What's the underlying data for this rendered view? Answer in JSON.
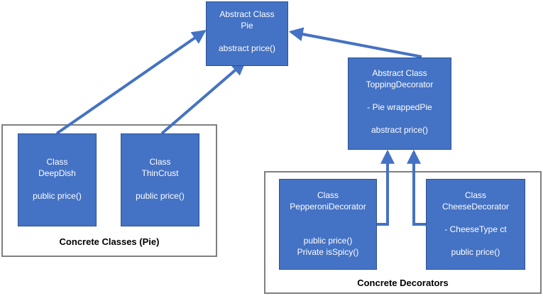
{
  "classes": {
    "pie": {
      "kind": "Abstract Class",
      "name": "Pie",
      "members": [
        "abstract price()"
      ]
    },
    "topping_decorator": {
      "kind": "Abstract Class",
      "name": "ToppingDecorator",
      "members": [
        "- Pie wrappedPie",
        "abstract price()"
      ]
    },
    "deep_dish": {
      "kind": "Class",
      "name": "DeepDish",
      "members": [
        "public price()"
      ]
    },
    "thin_crust": {
      "kind": "Class",
      "name": "ThinCrust",
      "members": [
        "public price()"
      ]
    },
    "pepperoni_decorator": {
      "kind": "Class",
      "name": "PepperoniDecorator",
      "members": [
        "public price()",
        "Private isSpicy()"
      ]
    },
    "cheese_decorator": {
      "kind": "Class",
      "name": "CheeseDecorator",
      "members": [
        "- CheeseType ct",
        "public price()"
      ]
    }
  },
  "groups": {
    "concrete_classes": {
      "label": "Concrete Classes (Pie)"
    },
    "concrete_decorators": {
      "label": "Concrete Decorators"
    }
  },
  "colors": {
    "box_fill": "#4472c4",
    "box_border": "#2f528f",
    "box_text": "#ffffff",
    "arrow": "#4472c4",
    "frame": "#7f7f7f"
  }
}
